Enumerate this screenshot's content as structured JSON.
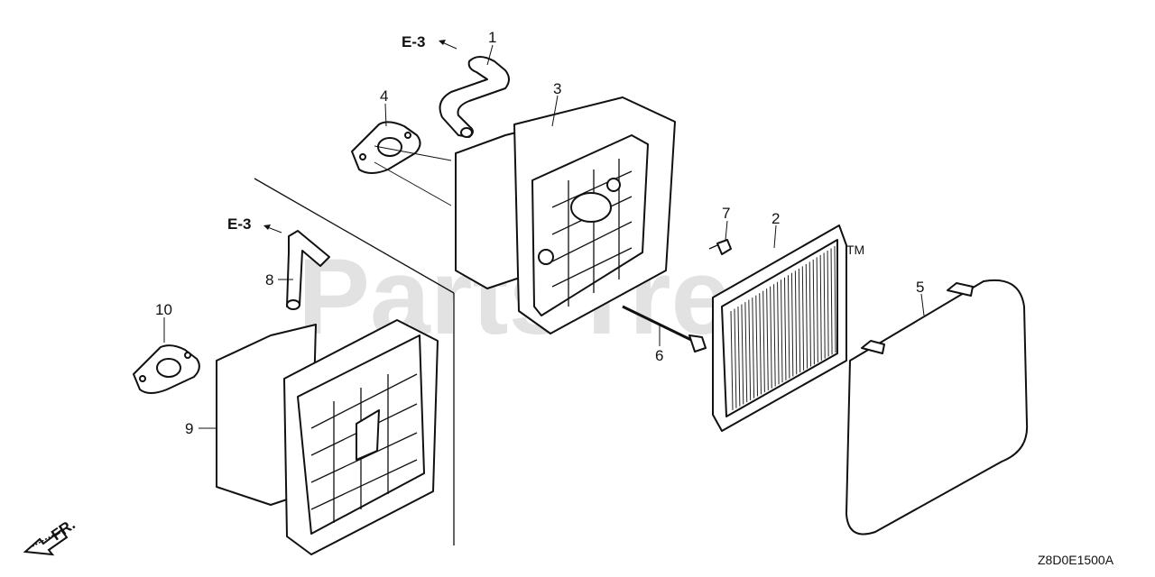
{
  "watermark": "PartsTree",
  "trademark": "TM",
  "diagram_code": "Z8D0E1500A",
  "front_marker": "FR.",
  "references": [
    {
      "id": "ref-top",
      "text": "E-3"
    },
    {
      "id": "ref-mid",
      "text": "E-3"
    }
  ],
  "callouts": [
    "1",
    "2",
    "3",
    "4",
    "5",
    "6",
    "7",
    "8",
    "9",
    "10"
  ]
}
